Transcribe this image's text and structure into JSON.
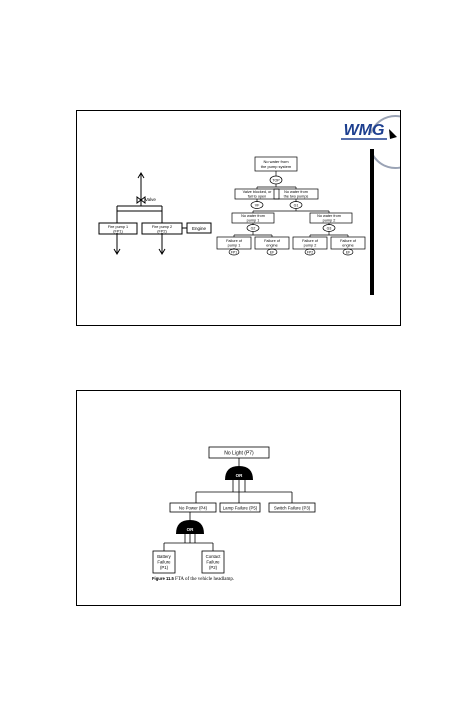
{
  "slide1": {
    "logo": {
      "text": "WMG",
      "color": "#1d3f8f"
    },
    "pump_diagram": {
      "valve_label": "Valve",
      "pump1": [
        "Fire pump 1",
        "(FP1)"
      ],
      "pump2": [
        "Fire pump 2",
        "(FP2)"
      ],
      "engine": "Engine"
    },
    "fault_tree": {
      "top": [
        "No water from",
        "the pump system"
      ],
      "top_gate": "TOP",
      "valve_event": [
        "Valve blocked, or",
        "fail to open"
      ],
      "valve_basic": "VF",
      "pumps_event": [
        "No water from",
        "the two pumps"
      ],
      "g1": "G1",
      "pump1_event": [
        "No water from",
        "pump 1"
      ],
      "g2": "G2",
      "pump2_event": [
        "No water from",
        "pump 2"
      ],
      "g3": "G3",
      "fp1_event": [
        "Failure of",
        "pump 1"
      ],
      "fp1_basic": "FP1",
      "ef1_event": [
        "Failure of",
        "engine"
      ],
      "ef1_basic": "EF",
      "fp2_event": [
        "Failure of",
        "pump 2"
      ],
      "fp2_basic": "FP2",
      "ef2_event": [
        "Failure of",
        "engine"
      ],
      "ef2_basic": "EF"
    }
  },
  "slide2": {
    "top": "No Light (P7)",
    "or1": "OR",
    "no_power": "No Power (P4)",
    "lamp": "Lamp Failure (P5)",
    "switch": "Switch Failure (P3)",
    "or2": "OR",
    "battery": [
      "Battery",
      "Failure",
      "(P1)"
    ],
    "contact": [
      "Contact",
      "Failure",
      "(P2)"
    ],
    "caption_label": "Figure 11.5",
    "caption_text": "FTA of the vehicle headlamp."
  }
}
